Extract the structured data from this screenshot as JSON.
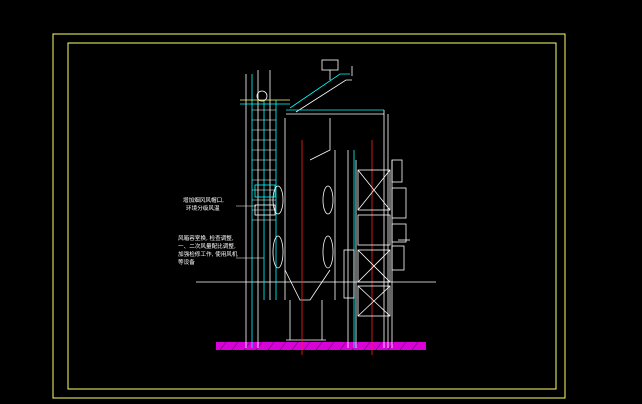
{
  "window": {
    "title": ""
  },
  "drawing": {
    "annotations": [
      {
        "id": "annotation-top",
        "lines": [
          "增加烟风风帽口,",
          "环境分级风温"
        ]
      },
      {
        "id": "annotation-bottom",
        "lines": [
          "风箱容室换, 检查调整,",
          "一、二次风量配比调整,",
          "加强检修工作, 使用风机",
          "等设备"
        ]
      }
    ]
  },
  "colors": {
    "background": "#000000",
    "frame": "#ffff66",
    "structure": "#ffffff",
    "cyan": "#00ffff",
    "red": "#ff2020",
    "magenta": "#ff00ff",
    "green": "#00ff66"
  }
}
